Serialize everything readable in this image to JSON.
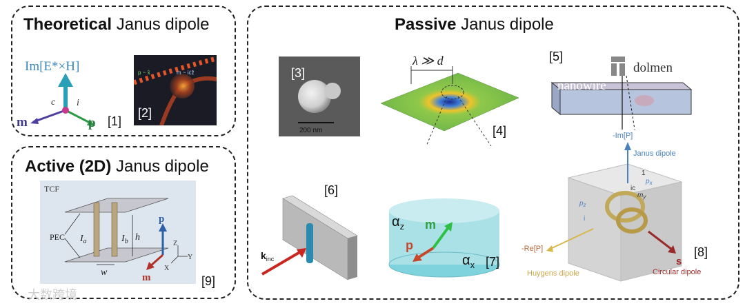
{
  "theoretical": {
    "title_bold": "Theoretical",
    "title_rest": " Janus dipole",
    "formula": "Im[E*×H]",
    "labels": {
      "m": "m",
      "p": "p",
      "c": "c",
      "i": "i",
      "m_overlay": "m ~ iċẑ",
      "p_overlay": "p ~ x̂"
    },
    "refs": [
      "[1]",
      "[2]"
    ]
  },
  "active": {
    "title_bold": "Active (2D)",
    "title_rest": " Janus dipole",
    "labels": {
      "tcf": "TCF",
      "pec": "PEC",
      "ia": "I",
      "ia_sub": "a",
      "ib": "I",
      "ib_sub": "b",
      "h": "h",
      "w": "w",
      "p": "p",
      "m": "m",
      "z": "Z",
      "y": "Y",
      "x": "X"
    },
    "ref": "[9]"
  },
  "passive": {
    "title_bold": "Passive",
    "title_rest": " Janus dipole",
    "refs": [
      "[3]",
      "[4]",
      "[5]",
      "[6]",
      "[7]",
      "[8]"
    ],
    "sem": {
      "scale_label": "200 nm"
    },
    "field": {
      "condition": "λ ≫ d"
    },
    "dolmen": {
      "dolmen_label": "dolmen",
      "nanowire_label": "nanowire"
    },
    "scatter": {
      "k_label": "k",
      "k_sub": "inc"
    },
    "cylinder": {
      "alpha_z": "α",
      "alpha_z_sub": "z",
      "alpha_x": "α",
      "alpha_x_sub": "x",
      "m": "m",
      "p": "p"
    },
    "cube": {
      "im_p": "-Im[P]",
      "janus": "Janus dipole",
      "re_p": "-Re[P]",
      "huygens": "Huygens dipole",
      "circular": "Circular dipole",
      "s": "s",
      "px": "p",
      "px_sub": "x",
      "pz": "p",
      "pz_sub": "z",
      "my": "m",
      "my_sub": "y",
      "ic": "ic",
      "one": "1",
      "i": "i"
    }
  },
  "watermark": "大数跨境",
  "colors": {
    "blue": "#2f5fa8",
    "teal": "#2a8aa8",
    "green": "#2c9a45",
    "red": "#b0302a",
    "purple": "#5a4aa8"
  }
}
